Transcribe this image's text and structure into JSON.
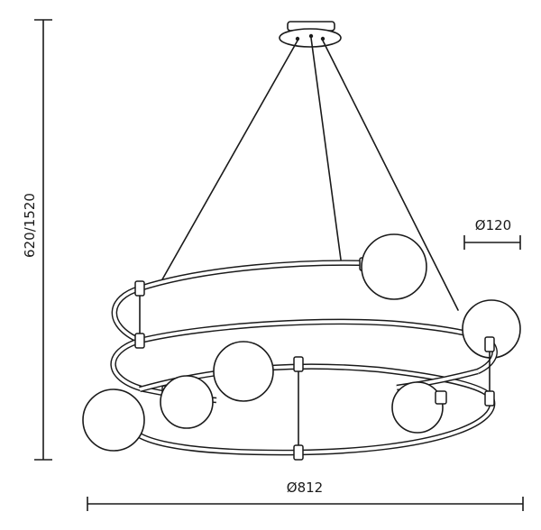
{
  "dimensions": {
    "height_label": "620/1520",
    "diameter_label": "Ø812",
    "globe_diameter_label": "Ø120"
  }
}
